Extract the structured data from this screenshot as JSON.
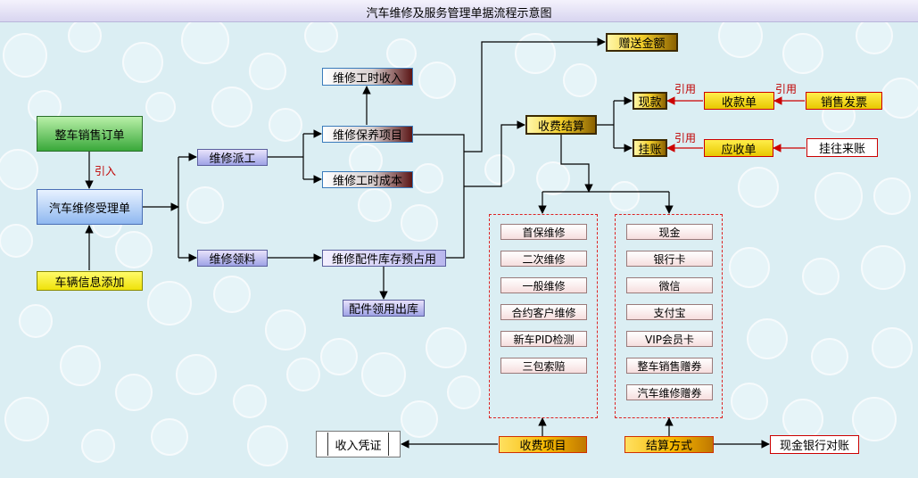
{
  "title": "汽车维修及服务管理单据流程示意图",
  "nodes": {
    "vehicle_sales_order": "整车销售订单",
    "repair_reception": "汽车维修受理单",
    "vehicle_info_add": "车辆信息添加",
    "repair_dispatch": "维修派工",
    "repair_material": "维修领料",
    "labor_income": "维修工时收入",
    "maintenance_item": "维修保养项目",
    "labor_cost": "维修工时成本",
    "parts_reserved": "维修配件库存预占用",
    "parts_issue": "配件领用出库",
    "gift_amount": "赠送金额",
    "fee_settlement": "收费结算",
    "cash_payment": "现款",
    "on_account": "挂账",
    "receipt_voucher": "收款单",
    "sales_invoice": "销售发票",
    "receivable": "应收单",
    "account_ledger": "挂往来账",
    "income_voucher": "收入凭证",
    "fee_items": "收费项目",
    "settlement_method": "结算方式",
    "cash_bank_recon": "现金银行对账"
  },
  "labels": {
    "introduce": "引入",
    "reference_1": "引用",
    "reference_2": "引用",
    "reference_3": "引用"
  },
  "fee_item_list": [
    "首保维修",
    "二次维修",
    "一般维修",
    "合约客户维修",
    "新车PID检测",
    "三包索赔"
  ],
  "payment_method_list": [
    "现金",
    "银行卡",
    "微信",
    "支付宝",
    "VIP会员卡",
    "整车销售赠券",
    "汽车维修赠券"
  ],
  "colors": {
    "background": "#dbeef3",
    "connector": "#000000",
    "reference_arrow": "#cc0000",
    "dashed_group": "#dd2222"
  }
}
